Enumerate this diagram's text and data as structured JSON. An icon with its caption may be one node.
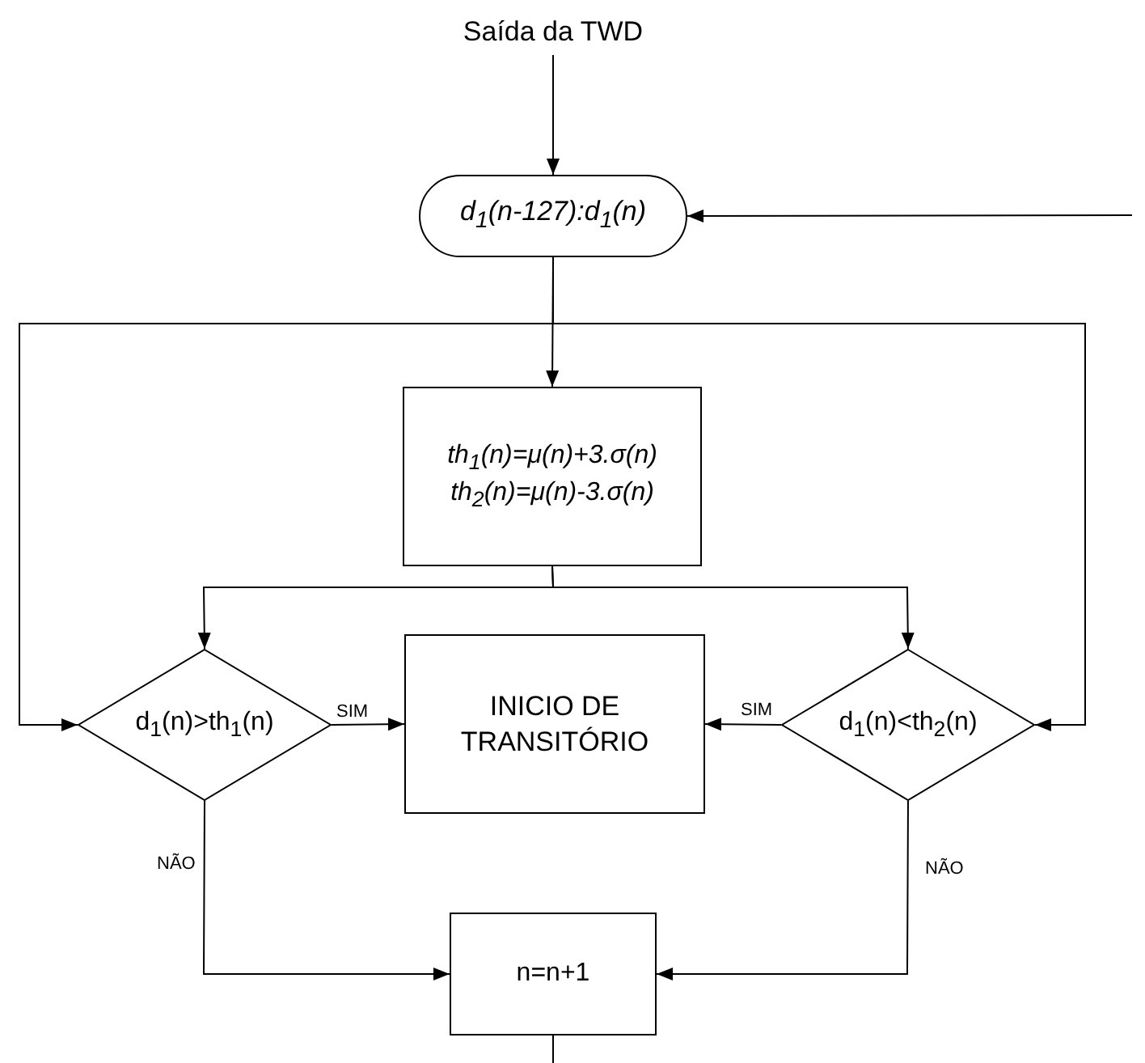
{
  "diagram": {
    "nodes": [
      {
        "text": [
          "Saída da TWD"
        ]
      },
      {
        "text": [
          "d$_{1}$(n-127):d$_{1}$(n)"
        ]
      },
      {
        "text": [
          "th$_{1}$(n)=μ(n)+3.σ(n)",
          "th$_{2}$(n)=μ(n)-3.σ(n)"
        ]
      },
      {
        "text": [
          "d$_{1}$(n)>th$_{1}$(n)"
        ]
      },
      {
        "text": [
          "INICIO DE TRANSITÓRIO"
        ]
      },
      {
        "text": [
          "d$_{1}$(n)<th$_{2}$(n)"
        ]
      },
      {
        "text": [
          "n=n+1"
        ]
      }
    ],
    "edges": [
      {
        "from": 0,
        "to": 1,
        "arrow": "to"
      },
      {
        "from": null,
        "to": 1,
        "arrow": "to"
      },
      {
        "from": 1,
        "to": 2,
        "arrow": "to"
      },
      {
        "from": 1,
        "to": 3,
        "arrow": "to"
      },
      {
        "from": 1,
        "to": 5,
        "arrow": "to"
      },
      {
        "from": 2,
        "to": 3,
        "arrow": "to"
      },
      {
        "from": 2,
        "to": 5,
        "arrow": "to"
      },
      {
        "from": 3,
        "to": 4,
        "arrow": "to",
        "label": "SIM"
      },
      {
        "from": 5,
        "to": 4,
        "arrow": "to",
        "label": "SIM"
      },
      {
        "from": 3,
        "to": 6,
        "arrow": "to",
        "label": "NÃO"
      },
      {
        "from": 5,
        "to": 6,
        "arrow": "to",
        "label": "NÃO"
      },
      {
        "from": 6,
        "to": null,
        "arrow": "none"
      }
    ]
  }
}
